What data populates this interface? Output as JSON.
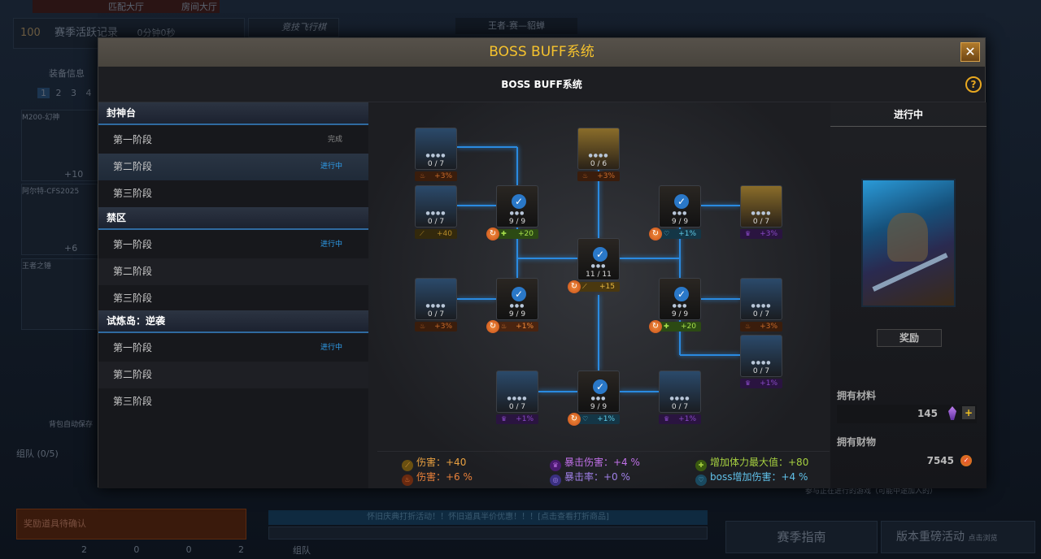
{
  "background": {
    "tabs": [
      "匹配大厅",
      "房间大厅"
    ],
    "level": "100",
    "season_record": "赛季活跃记录",
    "timer": "0分钟0秒",
    "flight_chess": "竞技飞行棋",
    "player_name": "王者-赛—貂蝉",
    "equip_info": "装备信息",
    "slots": [
      "1",
      "2",
      "3",
      "4"
    ],
    "weapons": [
      {
        "name": "M200-幻神",
        "plus": "+10"
      },
      {
        "name": "阿尔特-CFS2025",
        "plus": "+6"
      },
      {
        "name": "王者之锤",
        "plus": ""
      }
    ],
    "auto_save": "背包自动保存",
    "team": "组队 (0/5)",
    "reward_pending": "奖励道具待确认",
    "bottom_counts": [
      "2",
      "0",
      "0",
      "2"
    ],
    "announcement": "怀旧庆典打折活动！！怀旧道具半价优惠！！！[点击查看打折商品]",
    "chat_channel": "组队",
    "join_hint": "参与正在进行的游戏（可能中途加入的）",
    "season_guide": "赛季指南",
    "version_event": "版本重磅活动",
    "version_event_hint": "点击浏览"
  },
  "modal": {
    "title": "BOSS BUFF系统",
    "subtitle": "BOSS BUFF系统",
    "close_icon": "close-icon",
    "help": "?"
  },
  "stages": [
    {
      "name": "封神台",
      "phases": [
        {
          "label": "第一阶段",
          "status": "完成"
        },
        {
          "label": "第二阶段",
          "status": "进行中"
        },
        {
          "label": "第三阶段",
          "status": ""
        }
      ]
    },
    {
      "name": "禁区",
      "phases": [
        {
          "label": "第一阶段",
          "status": "进行中"
        },
        {
          "label": "第二阶段",
          "status": ""
        },
        {
          "label": "第三阶段",
          "status": ""
        }
      ]
    },
    {
      "name": "试炼岛：逆袭",
      "phases": [
        {
          "label": "第一阶段",
          "status": "进行中"
        },
        {
          "label": "第二阶段",
          "status": ""
        },
        {
          "label": "第三阶段",
          "status": ""
        }
      ]
    }
  ],
  "nodes": [
    {
      "count": "0 / 7",
      "buff": "+3%",
      "type": "fire",
      "done": false,
      "bg": "blue"
    },
    {
      "count": "0 / 6",
      "buff": "+3%",
      "type": "fire",
      "done": false,
      "bg": "gold"
    },
    {
      "count": "0 / 7",
      "buff": "+40",
      "type": "sword",
      "done": false,
      "bg": "blue"
    },
    {
      "count": "9 / 9",
      "buff": "+20",
      "type": "green",
      "done": true,
      "bg": "dark"
    },
    {
      "count": "9 / 9",
      "buff": "+1%",
      "type": "cyan",
      "done": true,
      "bg": "dark"
    },
    {
      "count": "0 / 7",
      "buff": "+3%",
      "type": "purple",
      "done": false,
      "bg": "gold"
    },
    {
      "count": "11 / 11",
      "buff": "+15",
      "type": "sword",
      "done": true,
      "bg": "dark"
    },
    {
      "count": "0 / 7",
      "buff": "+3%",
      "type": "fire",
      "done": false,
      "bg": "blue"
    },
    {
      "count": "9 / 9",
      "buff": "+1%",
      "type": "fire",
      "done": true,
      "bg": "dark"
    },
    {
      "count": "9 / 9",
      "buff": "+20",
      "type": "green",
      "done": true,
      "bg": "dark"
    },
    {
      "count": "0 / 7",
      "buff": "+3%",
      "type": "fire",
      "done": false,
      "bg": "blue"
    },
    {
      "count": "0 / 7",
      "buff": "+1%",
      "type": "purple",
      "done": false,
      "bg": "blue"
    },
    {
      "count": "0 / 7",
      "buff": "+1%",
      "type": "purple",
      "done": false,
      "bg": "blue"
    },
    {
      "count": "9 / 9",
      "buff": "+1%",
      "type": "cyan",
      "done": true,
      "bg": "dark"
    },
    {
      "count": "0 / 7",
      "buff": "+1%",
      "type": "purple",
      "done": false,
      "bg": "blue"
    }
  ],
  "legend": [
    {
      "label": "伤害：+40",
      "type": "sword",
      "color": "#e8a040"
    },
    {
      "label": "伤害：+6 %",
      "type": "fire",
      "color": "#e8803a"
    },
    {
      "label": "暴击伤害：+4 %",
      "type": "purple",
      "color": "#c070e8"
    },
    {
      "label": "暴击率：+0 %",
      "type": "crit",
      "color": "#a080e8"
    },
    {
      "label": "增加体力最大值：+80",
      "type": "green",
      "color": "#a6d040"
    },
    {
      "label": "boss增加伤害：+4 %",
      "type": "cyan",
      "color": "#60c0e8"
    }
  ],
  "right": {
    "status": "进行中",
    "reward_button": "奖励",
    "materials_label": "拥有材料",
    "materials_value": "145",
    "wealth_label": "拥有财物",
    "wealth_value": "7545"
  },
  "colors": {
    "accent": "#f5c22e",
    "line": "#2a8ae0",
    "in_progress": "#2fa0f0"
  }
}
